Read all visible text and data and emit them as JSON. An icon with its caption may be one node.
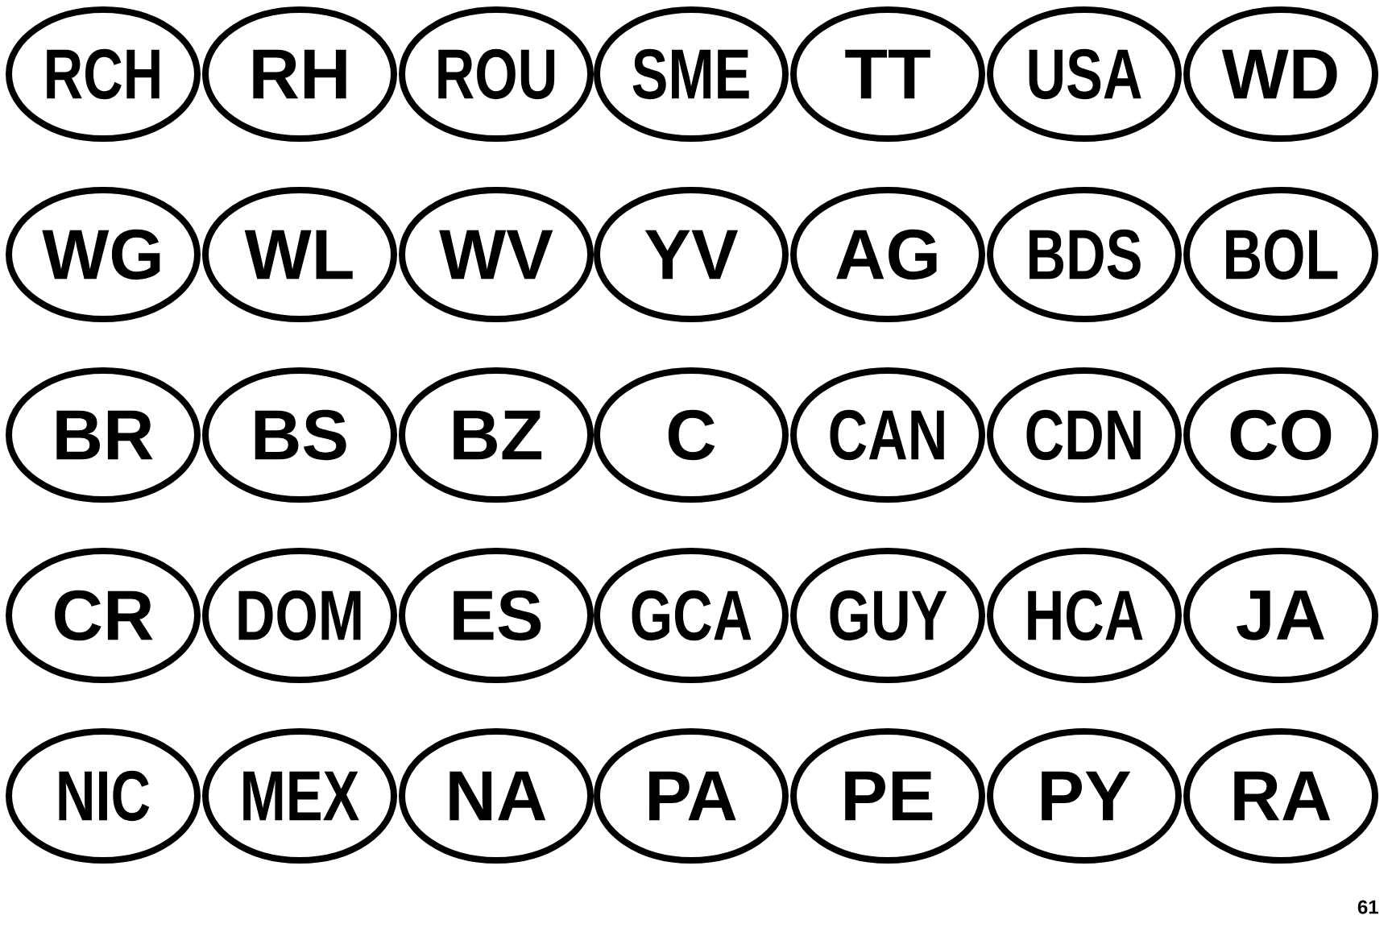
{
  "diagram": {
    "nodes": [
      {
        "text": [
          "RCH"
        ]
      },
      {
        "text": [
          "RH"
        ]
      },
      {
        "text": [
          "ROU"
        ]
      },
      {
        "text": [
          "SME"
        ]
      },
      {
        "text": [
          "TT"
        ]
      },
      {
        "text": [
          "USA"
        ]
      },
      {
        "text": [
          "WD"
        ]
      },
      {
        "text": [
          "WG"
        ]
      },
      {
        "text": [
          "WL"
        ]
      },
      {
        "text": [
          "WV"
        ]
      },
      {
        "text": [
          "YV"
        ]
      },
      {
        "text": [
          "AG"
        ]
      },
      {
        "text": [
          "BDS"
        ]
      },
      {
        "text": [
          "BOL"
        ]
      },
      {
        "text": [
          "BR"
        ]
      },
      {
        "text": [
          "BS"
        ]
      },
      {
        "text": [
          "BZ"
        ]
      },
      {
        "text": [
          "C"
        ]
      },
      {
        "text": [
          "CAN"
        ]
      },
      {
        "text": [
          "CDN"
        ]
      },
      {
        "text": [
          "CO"
        ]
      },
      {
        "text": [
          "CR"
        ]
      },
      {
        "text": [
          "DOM"
        ]
      },
      {
        "text": [
          "ES"
        ]
      },
      {
        "text": [
          "GCA"
        ]
      },
      {
        "text": [
          "GUY"
        ]
      },
      {
        "text": [
          "HCA"
        ]
      },
      {
        "text": [
          "JA"
        ]
      },
      {
        "text": [
          "NIC"
        ]
      },
      {
        "text": [
          "MEX"
        ]
      },
      {
        "text": [
          "NA"
        ]
      },
      {
        "text": [
          "PA"
        ]
      },
      {
        "text": [
          "PE"
        ]
      },
      {
        "text": [
          "PY"
        ]
      },
      {
        "text": [
          "RA"
        ]
      }
    ],
    "labels": [
      "61"
    ]
  }
}
